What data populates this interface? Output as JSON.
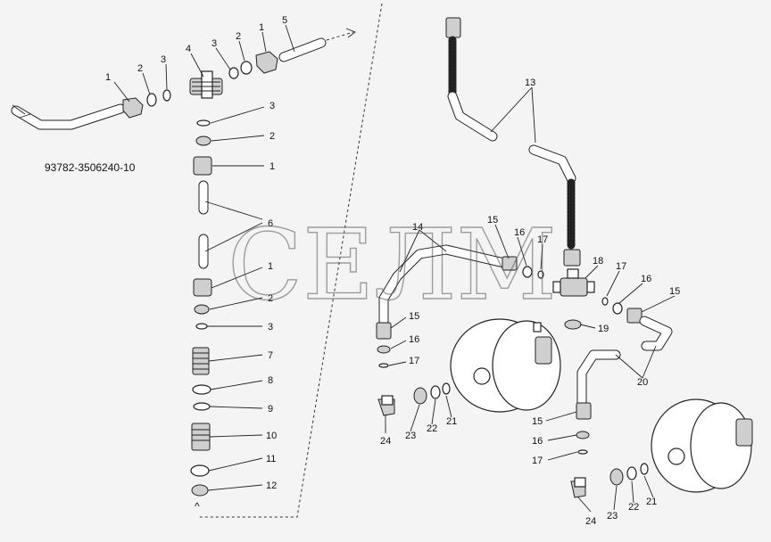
{
  "catalog_number": "93782-3506240-10",
  "watermark": "СЕЛМ",
  "callouts": {
    "c1a": "1",
    "c2a": "2",
    "c3a": "3",
    "c4": "4",
    "c3b": "3",
    "c2b": "2",
    "c1b": "1",
    "c5": "5",
    "c3c": "3",
    "c2c": "2",
    "c1c": "1",
    "c6": "6",
    "c1d": "1",
    "c2d": "2",
    "c3d": "3",
    "c7": "7",
    "c8": "8",
    "c9": "9",
    "c10": "10",
    "c11": "11",
    "c12": "12",
    "c13": "13",
    "c14": "14",
    "c15a": "15",
    "c16a": "16",
    "c17a": "17",
    "c18": "18",
    "c17b": "17",
    "c16b": "16",
    "c15b": "15",
    "c19": "19",
    "c20": "20",
    "c15c": "15",
    "c16c": "16",
    "c17c": "17",
    "c24a": "24",
    "c23a": "23",
    "c22a": "22",
    "c21a": "21",
    "c15d": "15",
    "c16d": "16",
    "c17d": "17",
    "c24b": "24",
    "c23b": "23",
    "c22b": "22",
    "c21b": "21"
  }
}
